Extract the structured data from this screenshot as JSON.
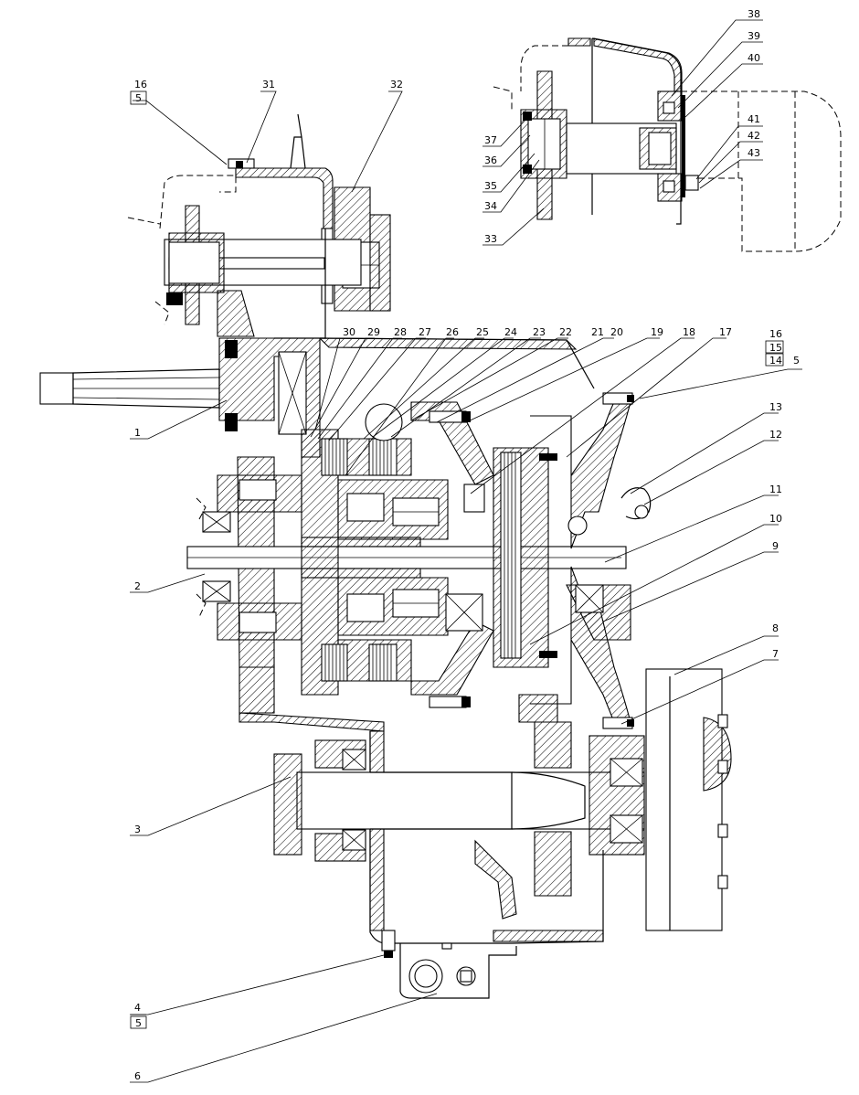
{
  "drawing": {
    "callouts": [
      {
        "id": "c1",
        "label": "1"
      },
      {
        "id": "c2",
        "label": "2"
      },
      {
        "id": "c3",
        "label": "3"
      },
      {
        "id": "c4",
        "label": "4"
      },
      {
        "id": "c4b",
        "label": "5"
      },
      {
        "id": "c6",
        "label": "6"
      },
      {
        "id": "c7",
        "label": "7"
      },
      {
        "id": "c8",
        "label": "8"
      },
      {
        "id": "c9",
        "label": "9"
      },
      {
        "id": "c10",
        "label": "10"
      },
      {
        "id": "c11",
        "label": "11"
      },
      {
        "id": "c12",
        "label": "12"
      },
      {
        "id": "c13",
        "label": "13"
      },
      {
        "id": "c16r",
        "label": "16"
      },
      {
        "id": "c15r",
        "label": "15"
      },
      {
        "id": "c14r",
        "label": "14"
      },
      {
        "id": "c5r",
        "label": "5"
      },
      {
        "id": "c17",
        "label": "17"
      },
      {
        "id": "c18",
        "label": "18"
      },
      {
        "id": "c19",
        "label": "19"
      },
      {
        "id": "c20",
        "label": "20"
      },
      {
        "id": "c21",
        "label": "21"
      },
      {
        "id": "c22",
        "label": "22"
      },
      {
        "id": "c23",
        "label": "23"
      },
      {
        "id": "c24",
        "label": "24"
      },
      {
        "id": "c25",
        "label": "25"
      },
      {
        "id": "c26",
        "label": "26"
      },
      {
        "id": "c27",
        "label": "27"
      },
      {
        "id": "c28",
        "label": "28"
      },
      {
        "id": "c29",
        "label": "29"
      },
      {
        "id": "c30",
        "label": "30"
      },
      {
        "id": "c16t",
        "label": "16"
      },
      {
        "id": "c5t",
        "label": "5"
      },
      {
        "id": "c31",
        "label": "31"
      },
      {
        "id": "c32",
        "label": "32"
      },
      {
        "id": "c33",
        "label": "33"
      },
      {
        "id": "c34",
        "label": "34"
      },
      {
        "id": "c35",
        "label": "35"
      },
      {
        "id": "c36",
        "label": "36"
      },
      {
        "id": "c37",
        "label": "37"
      },
      {
        "id": "c38",
        "label": "38"
      },
      {
        "id": "c39",
        "label": "39"
      },
      {
        "id": "c40",
        "label": "40"
      },
      {
        "id": "c41",
        "label": "41"
      },
      {
        "id": "c42",
        "label": "42"
      },
      {
        "id": "c43",
        "label": "43"
      }
    ]
  }
}
